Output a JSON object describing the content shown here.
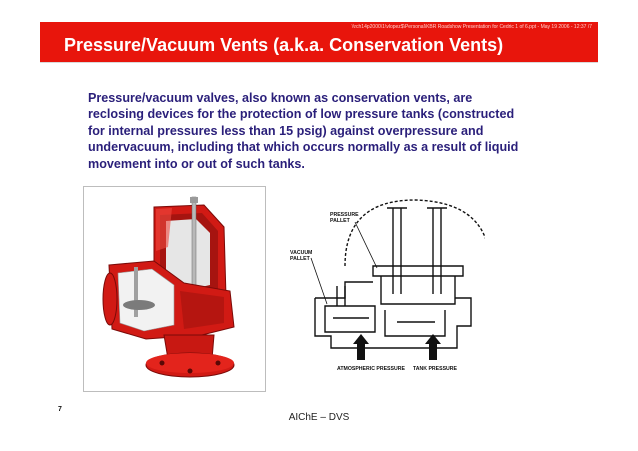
{
  "header": {
    "path": "\\\\rch14p2000\\1\\vlopez$\\Personal\\KBR Roadshow Presentation for Cedric 1 of 6.ppt - May 19 2006 - 12:37 /7",
    "title": "Pressure/Vacuum Vents (a.k.a. Conservation Vents)"
  },
  "body": {
    "paragraph": "Pressure/vacuum valves, also known as conservation vents, are reclosing devices for the protection of low pressure tanks (constructed for internal pressures less than 15 psig) against overpressure and undervacuum, including that which occurs normally as a result of liquid movement into or out of such tanks."
  },
  "diagram": {
    "pressure_pallet": "PRESSURE\nPALLET",
    "vacuum_pallet": "VACUUM\nPALLET",
    "atmospheric_pressure": "ATMOSPHERIC PRESSURE",
    "tank_pressure": "TANK PRESSURE"
  },
  "footer": {
    "page_number": "7",
    "text": "AIChE – DVS"
  },
  "colors": {
    "header_red": "#e8150c",
    "body_text": "#2a1f7a",
    "valve_red": "#d11a14"
  }
}
